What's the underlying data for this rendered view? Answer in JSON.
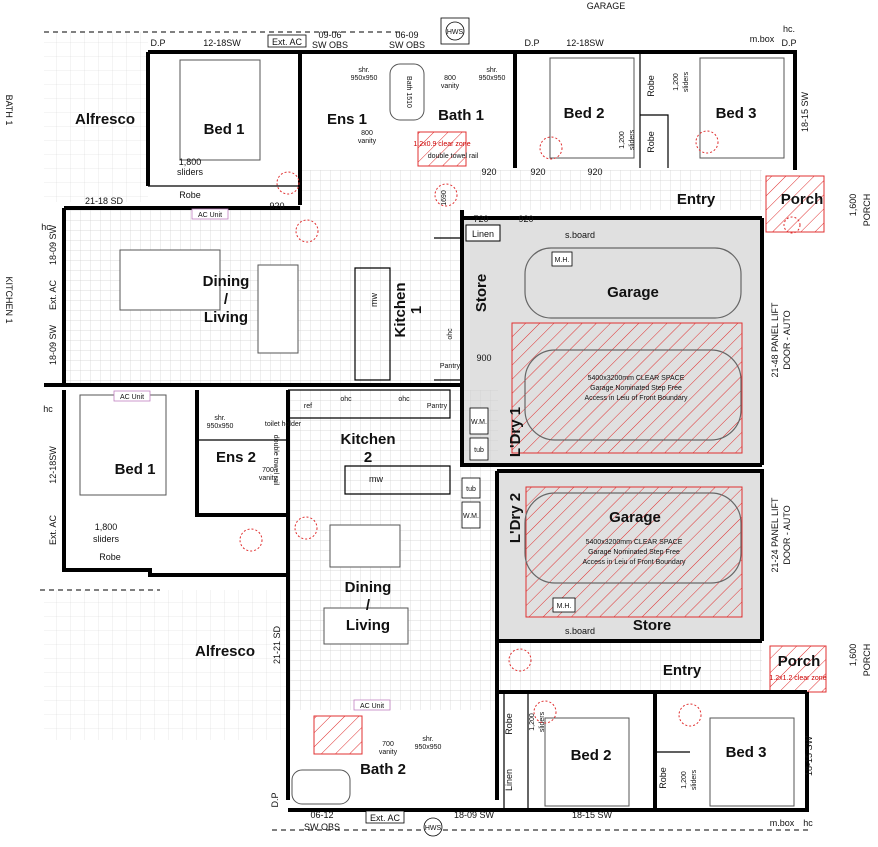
{
  "plan": {
    "top_label": "GARAGE",
    "side_labels": {
      "bath": "BATH 1",
      "kitchen": "KITCHEN 1",
      "porch_top": "PORCH",
      "porch_bottom": "PORCH"
    },
    "dims_vertical": {
      "porch_top": "1,600",
      "porch_bottom": "1,600"
    },
    "rooms": {
      "alfresco_top": "Alfresco",
      "bed1_top": "Bed 1",
      "ens1": "Ens 1",
      "bath1": "Bath 1",
      "bed2_top": "Bed 2",
      "bed3_top": "Bed 3",
      "entry_top": "Entry",
      "porch_top": "Porch",
      "dining_top": "Dining",
      "slash_top": "/",
      "living_top": "Living",
      "kitchen1": "Kitchen",
      "kitchen1_num": "1",
      "store_top": "Store",
      "garage_top": "Garage",
      "ldry1": "L'Dry 1",
      "bed1_bottom": "Bed 1",
      "ens2": "Ens 2",
      "kitchen2": "Kitchen",
      "kitchen2_num": "2",
      "ldry2": "L'Dry 2",
      "garage_bottom": "Garage",
      "store_bottom": "Store",
      "dining_bottom": "Dining",
      "slash_bottom": "/",
      "living_bottom": "Living",
      "alfresco_bottom": "Alfresco",
      "entry_bottom": "Entry",
      "porch_bottom": "Porch",
      "bed2_bottom": "Bed 2",
      "bed3_bottom": "Bed 3",
      "bath2": "Bath 2"
    },
    "notes": {
      "dp_tl": "D.P",
      "win_bed1_top": "12-18SW",
      "ext_ac_top": "Ext. AC",
      "sw_obs1_a": "09-06",
      "sw_obs1_b": "SW OBS",
      "sw_obs2_a": "06-09",
      "sw_obs2_b": "SW OBS",
      "hws_top": "HWS",
      "dp_t2": "D.P",
      "win_bed2_top": "12-18SW",
      "mbox_top": "m.box",
      "hc_tr": "hc.",
      "dp_tr": "D.P",
      "bed1_sliders_a": "1,800",
      "bed1_sliders_b": "sliders",
      "robe_top1": "Robe",
      "sd_21_18": "21-18 SD",
      "ac_unit_top": "AC Unit",
      "hc_l": "hc",
      "sw_18_09_a": "18-09 SW",
      "ext_ac_l": "Ext. AC",
      "sw_18_09_b": "18-09 SW",
      "shr1": "shr.",
      "shr1_dim": "950x950",
      "shr2": "shr.",
      "shr2_dim": "950x950",
      "vanity800_a": "800",
      "vanity800_b": "vanity",
      "vanity800_c": "800",
      "vanity800_d": "vanity",
      "bath_1510": "Bath 1510",
      "clear_zone": "1.2x0.9 clear zone",
      "towel": "double towel rail",
      "robe_bed2": "Robe",
      "sliders_bed2_a": "1,200",
      "sliders_bed2_b": "sliders",
      "robe_bed3": "Robe",
      "sliders_bed3_a": "1,200",
      "sliders_bed3_b": "sliders",
      "sw_18_15_top": "18-15 SW",
      "d920_a": "920",
      "d920_b": "920",
      "d920_c": "920",
      "d920_d": "920",
      "d920_e": "920",
      "d720": "720",
      "linen_top": "Linen",
      "sboard_top": "s.board",
      "mh_top": "M.H.",
      "d900": "900",
      "ohc": "ohc",
      "pantry_top": "Pantry",
      "mw_top": "mw",
      "clear_top_a": "5400x3200mm CLEAR SPACE",
      "clear_top_b": "Garage Nominated Step Free",
      "clear_top_c": "Access in Leiu of Front Boundary",
      "panel_lift_top_a": "21-48 PANEL LIFT",
      "panel_lift_top_b": "DOOR - AUTO",
      "wm_top": "W.M.",
      "tub_top": "tub",
      "dim_1690": "1690",
      "ac_unit_mid": "AC Unit",
      "hc_l2": "hc",
      "sw_12_18_l": "12-18SW",
      "ext_ac_l2": "Ext. AC",
      "bed1b_sliders_a": "1,800",
      "bed1b_sliders_b": "sliders",
      "robe_bot1": "Robe",
      "shr3": "shr.",
      "shr3_dim": "950x950",
      "toilet_hold": "toilet holder",
      "towel2": "double towel rail",
      "vanity700_a": "700",
      "vanity700_b": "vanity",
      "ref": "ref",
      "ohc2": "ohc",
      "ohc3": "ohc",
      "pantry2": "Pantry",
      "mw_bot": "mw",
      "wm_bot": "W.M.",
      "tub_bot": "tub",
      "clear_bot_a": "5400x3200mm CLEAR SPACE",
      "clear_bot_b": "Garage Nominated Step Free",
      "clear_bot_c": "Access in Leiu of Front Boundary",
      "panel_lift_bot_a": "21-24 PANEL LIFT",
      "panel_lift_bot_b": "DOOR - AUTO",
      "mh_bot": "M.H.",
      "sboard_bot": "s.board",
      "sd_21_21": "21-21 SD",
      "ac_unit_bot": "AC Unit",
      "vanity700_c": "700",
      "vanity700_d": "vanity",
      "shr4": "shr.",
      "shr4_dim": "950x950",
      "robe_bed2b": "Robe",
      "sliders_bed2b_a": "1,200",
      "sliders_bed2b_b": "sliders",
      "linen_bot": "Linen",
      "robe_bed3b": "Robe",
      "sliders_bed3b_a": "1,200",
      "sliders_bed3b_b": "sliders",
      "sw_18_15_bot": "18-15 SW",
      "dp_bl": "D.P",
      "sw_06_12_a": "06-12",
      "sw_06_12_b": "SW OBS",
      "ext_ac_bot": "Ext. AC",
      "hws_bot": "HWS",
      "sw_18_09_bot": "18-09 SW",
      "sw_18_15_bot2": "18-15 SW",
      "mbox_bot": "m.box",
      "hc_br": "hc",
      "clear_zone_porch": "1.2x1.2 clear zone"
    }
  }
}
